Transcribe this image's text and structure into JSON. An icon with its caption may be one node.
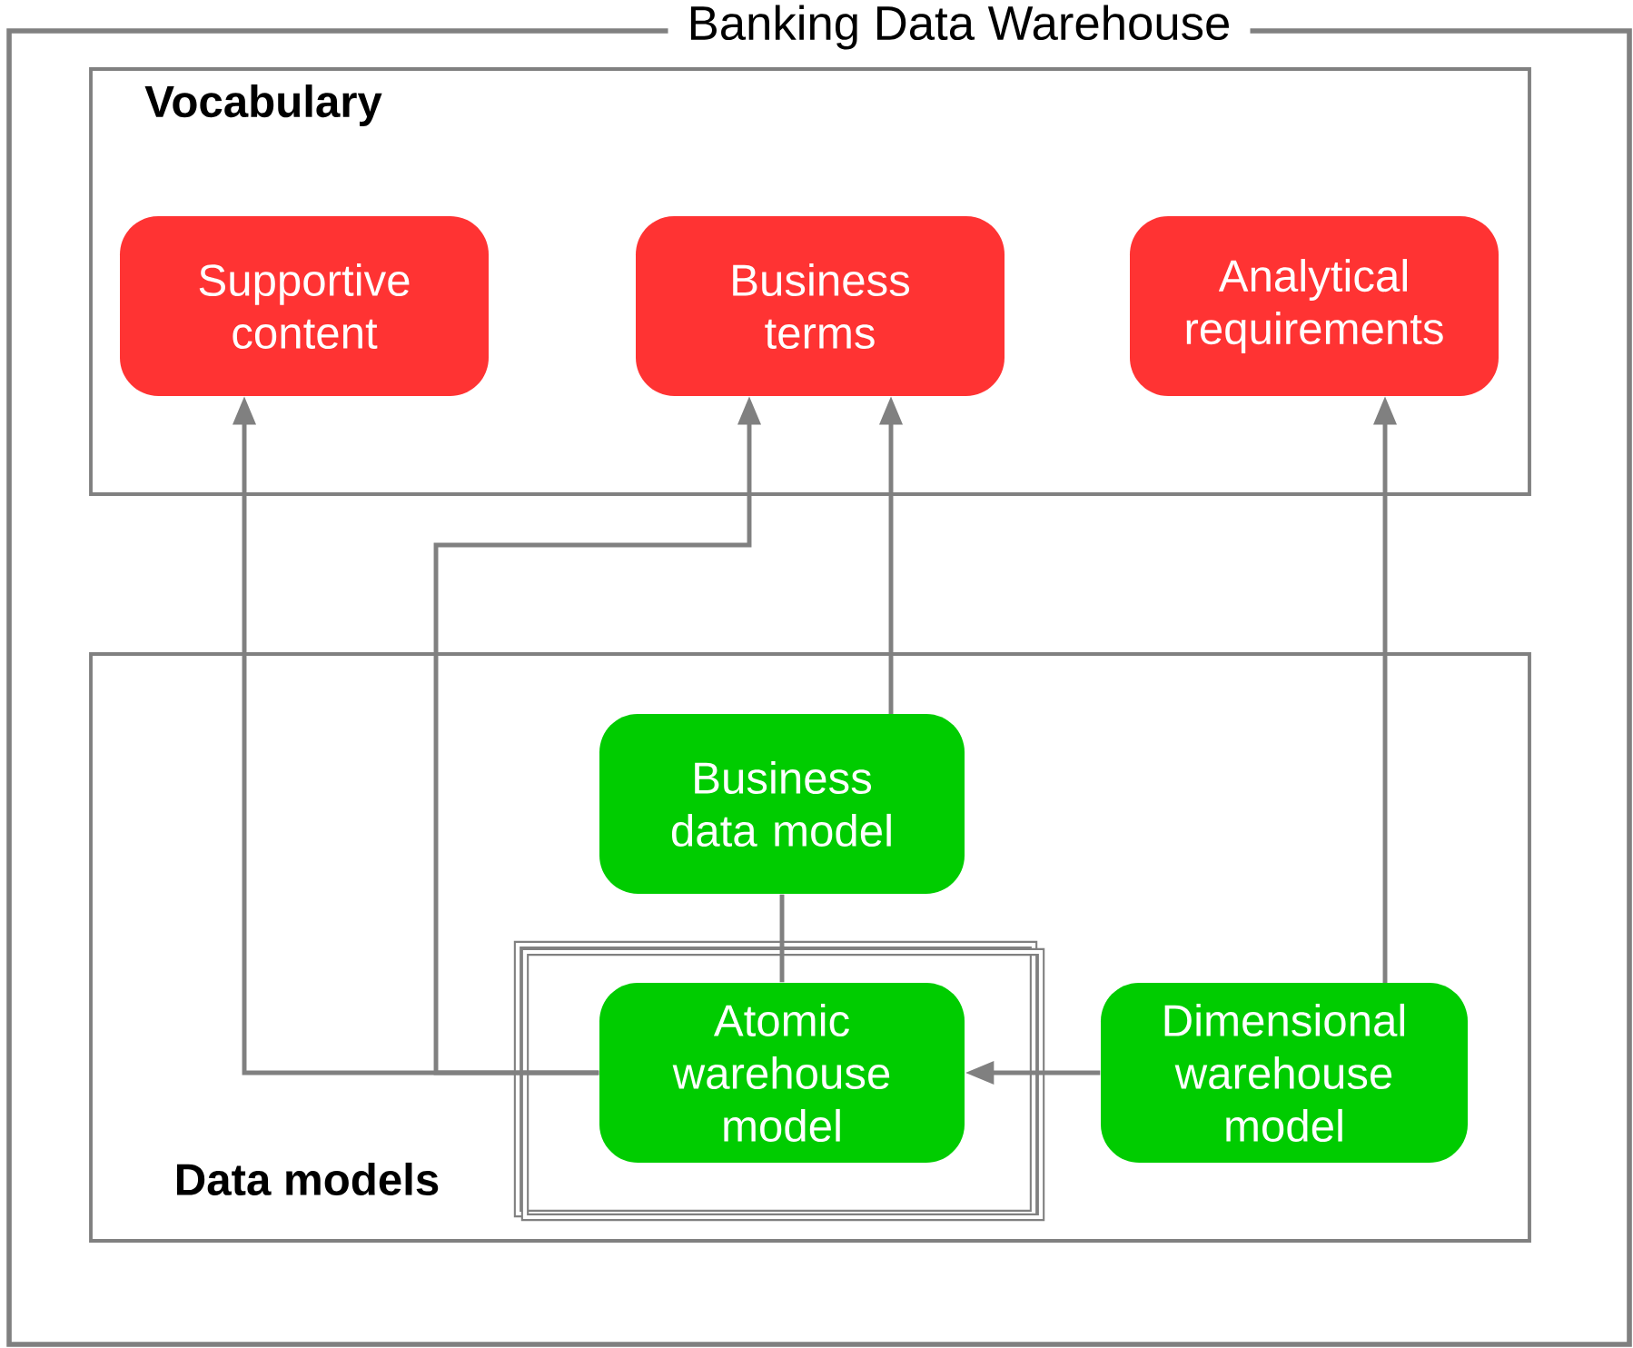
{
  "diagram": {
    "nodes": [
      {
        "text": [
          "Banking Data Warehouse"
        ]
      },
      {
        "text": [
          "Vocabulary"
        ],
        "in": 0
      },
      {
        "text": [
          "Supportive content"
        ],
        "in": 1
      },
      {
        "text": [
          "Business terms"
        ],
        "in": 1
      },
      {
        "text": [
          "Analytical requirements"
        ],
        "in": 1
      },
      {
        "text": [
          "Data models"
        ],
        "in": 0
      },
      {
        "text": [
          "Business data model"
        ],
        "in": 5
      },
      {
        "text": [],
        "shape": "box",
        "in": 5
      },
      {
        "text": [
          "Atomic warehouse model"
        ],
        "in": 7
      },
      {
        "text": [
          "Dimensional warehouse model"
        ],
        "in": 5
      }
    ],
    "edges": [
      {
        "from": 8,
        "to": 2,
        "arrow": "to"
      },
      {
        "from": 8,
        "to": 3,
        "arrow": "to"
      },
      {
        "from": 6,
        "to": 3,
        "arrow": "to"
      },
      {
        "from": 6,
        "to": 8,
        "arrow": "none"
      },
      {
        "from": 9,
        "to": 8,
        "arrow": "to"
      },
      {
        "from": 9,
        "to": 4,
        "arrow": "to"
      }
    ]
  }
}
